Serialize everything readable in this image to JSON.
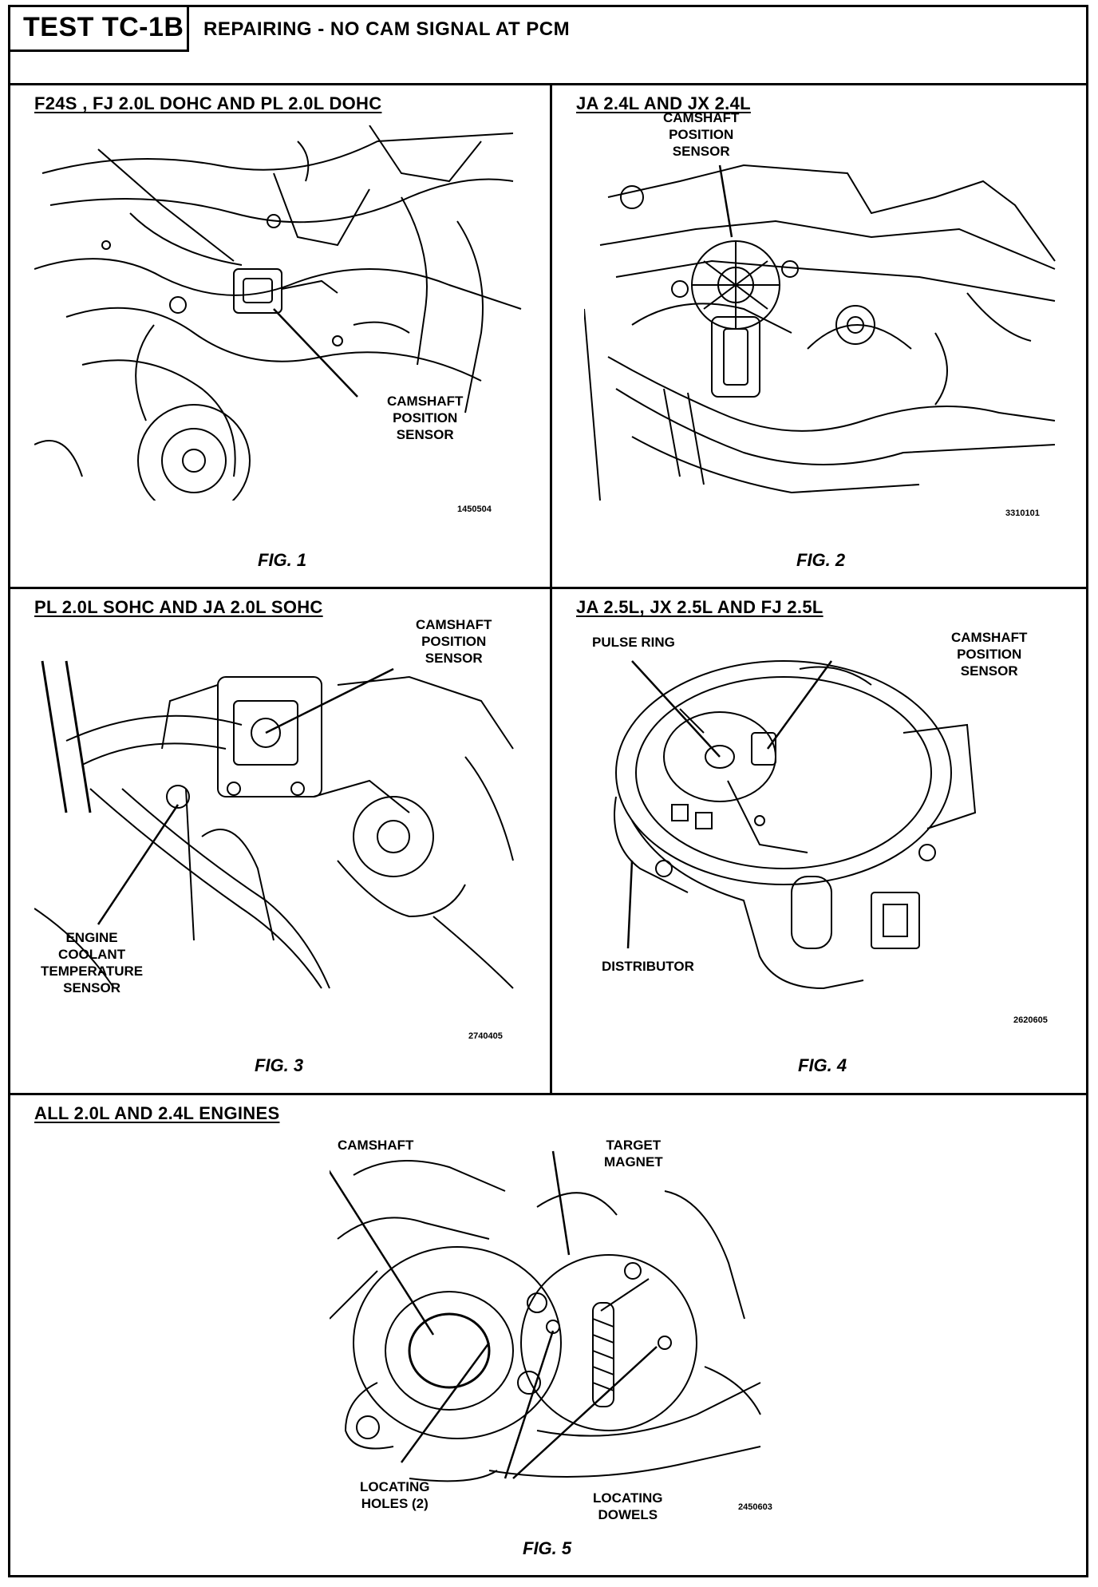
{
  "header": {
    "test_id": "TEST TC-1B",
    "title": "REPAIRING - NO CAM SIGNAL AT PCM"
  },
  "figures": [
    {
      "title": "F24S , FJ 2.0L DOHC AND PL 2.0L DOHC",
      "callouts": [
        "CAMSHAFT",
        "POSITION",
        "SENSOR"
      ],
      "part_code": "1450504",
      "label": "FIG. 1"
    },
    {
      "title": "JA 2.4L AND JX 2.4L",
      "callouts": [
        "CAMSHAFT",
        "POSITION",
        "SENSOR"
      ],
      "part_code": "3310101",
      "label": "FIG. 2"
    },
    {
      "title": "PL 2.0L SOHC AND JA 2.0L SOHC",
      "callouts": [
        "CAMSHAFT",
        "POSITION",
        "SENSOR"
      ],
      "callouts_b": [
        "ENGINE",
        "COOLANT",
        "TEMPERATURE",
        "SENSOR"
      ],
      "part_code": "2740405",
      "label": "FIG. 3"
    },
    {
      "title": "JA 2.5L, JX 2.5L AND FJ 2.5L",
      "callouts": [
        "CAMSHAFT",
        "POSITION",
        "SENSOR"
      ],
      "callout_pulse": "PULSE RING",
      "callout_dist": "DISTRIBUTOR",
      "part_code": "2620605",
      "label": "FIG. 4"
    },
    {
      "title": "ALL 2.0L AND 2.4L ENGINES",
      "callout_cam": "CAMSHAFT",
      "callouts_target": [
        "TARGET",
        "MAGNET"
      ],
      "callouts_holes": [
        "LOCATING",
        "HOLES (2)"
      ],
      "callouts_dowels": [
        "LOCATING",
        "DOWELS"
      ],
      "part_code": "2450603",
      "label": "FIG. 5"
    }
  ]
}
